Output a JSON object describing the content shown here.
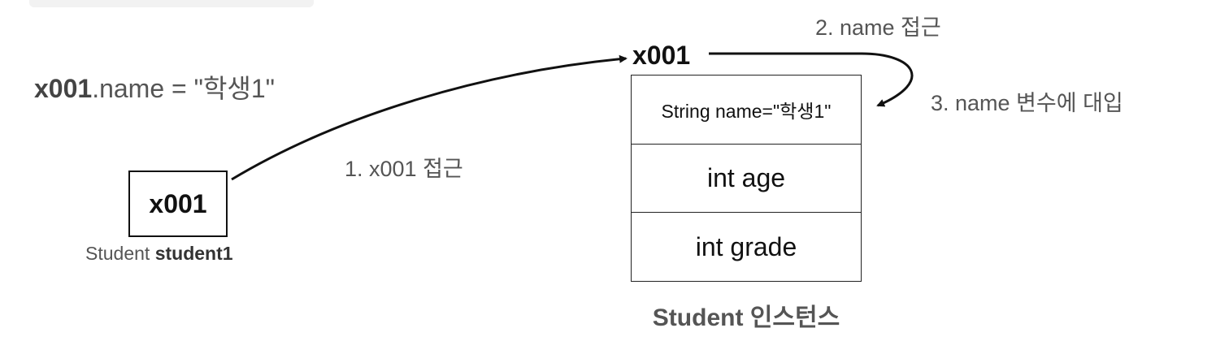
{
  "expression": {
    "address": "x001",
    "rest": ".name = \"학생1\""
  },
  "reference": {
    "value": "x001",
    "type": "Student",
    "variable": "student1"
  },
  "instance": {
    "address": "x001",
    "fields": [
      "String name=\"학생1\"",
      "int age",
      "int grade"
    ],
    "title": "Student 인스턴스"
  },
  "steps": {
    "step1": "1. x001 접근",
    "step2": "2. name 접근",
    "step3": "3. name 변수에 대입"
  }
}
